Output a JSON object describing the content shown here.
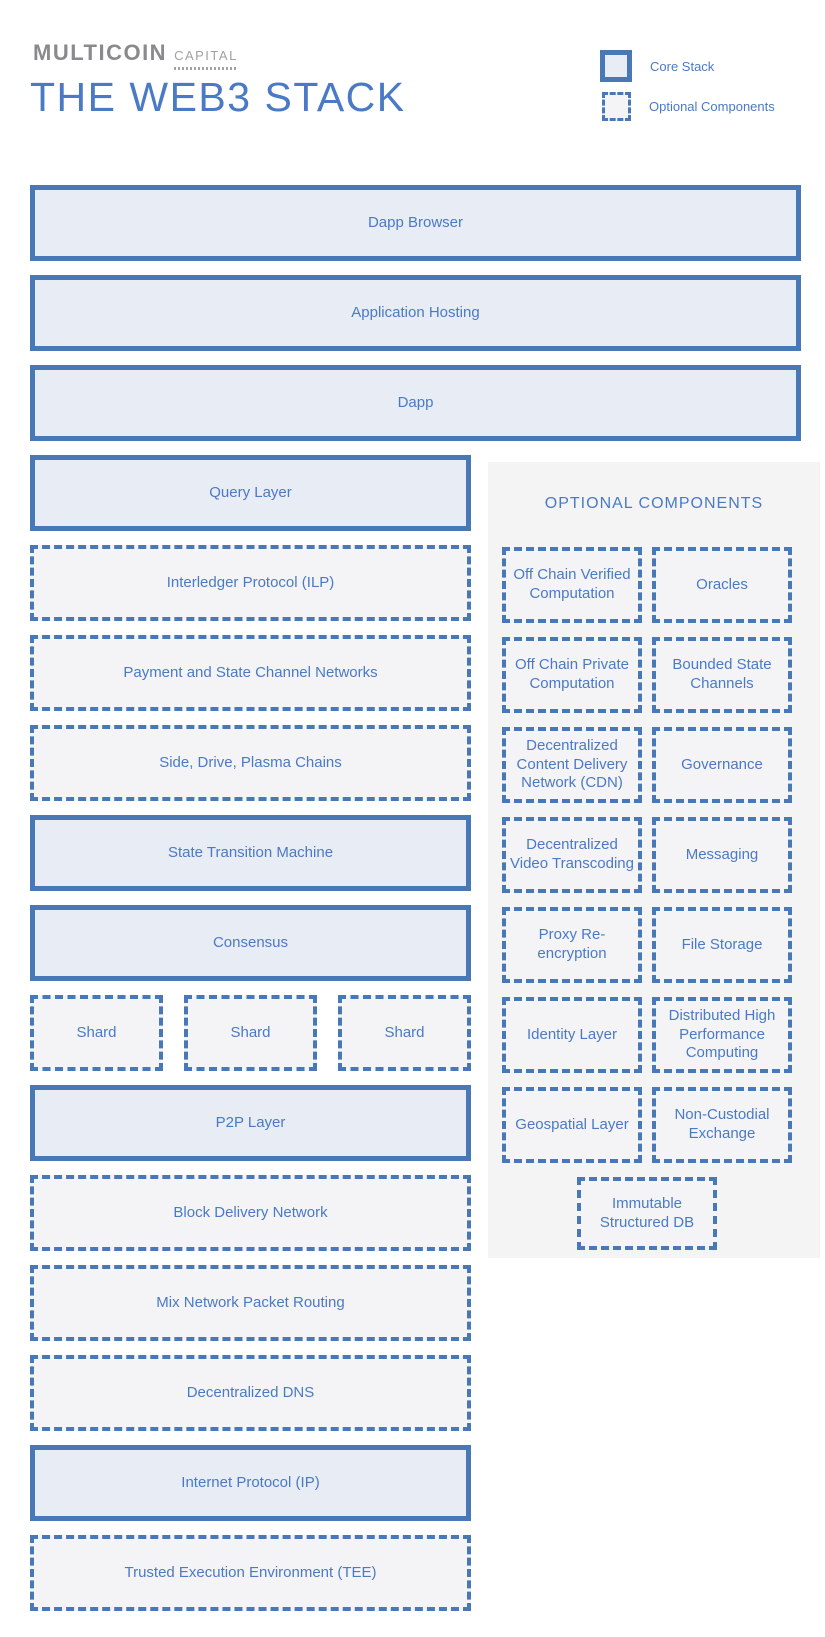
{
  "header": {
    "logo": {
      "brand": "MULTICOIN",
      "suffix": "CAPITAL"
    },
    "title": "THE WEB3 STACK",
    "legend": {
      "core_label": "Core Stack",
      "optional_label": "Optional Components"
    }
  },
  "stack": {
    "full_rows": [
      "Dapp Browser",
      "Application Hosting",
      "Dapp"
    ],
    "mid_rows": [
      "Query Layer",
      "Interledger Protocol (ILP)",
      "Payment and State Channel Networks",
      "Side, Drive, Plasma Chains",
      "State Transition Machine",
      "Consensus"
    ],
    "shards": [
      "Shard",
      "Shard",
      "Shard"
    ],
    "lower_rows": [
      "P2P Layer",
      "Block Delivery Network",
      "Mix Network Packet Routing",
      "Decentralized DNS",
      "Internet Protocol (IP)",
      "Trusted Execution Environment (TEE)"
    ]
  },
  "optional_panel": {
    "title": "OPTIONAL COMPONENTS",
    "pairs": [
      [
        "Off Chain Verified Computation",
        "Oracles"
      ],
      [
        "Off Chain Private Computation",
        "Bounded State Channels"
      ],
      [
        "Decentralized Content Delivery Network (CDN)",
        "Governance"
      ],
      [
        "Decentralized Video Transcoding",
        "Messaging"
      ],
      [
        "Proxy Re-encryption",
        "File Storage"
      ],
      [
        "Identity Layer",
        "Distributed High Performance Computing"
      ],
      [
        "Geospatial Layer",
        "Non-Custodial Exchange"
      ]
    ],
    "last_item": "Immutable Structured DB"
  },
  "colors": {
    "accent_blue_border": "#4878b5",
    "text_blue": "#4a7ac6",
    "core_fill": "#e8ecf4",
    "optional_fill": "#f4f4f6",
    "panel_background": "#f4f4f5",
    "logo_gray": "#8a8a8e",
    "logo_light_gray": "#a1a1a5"
  }
}
